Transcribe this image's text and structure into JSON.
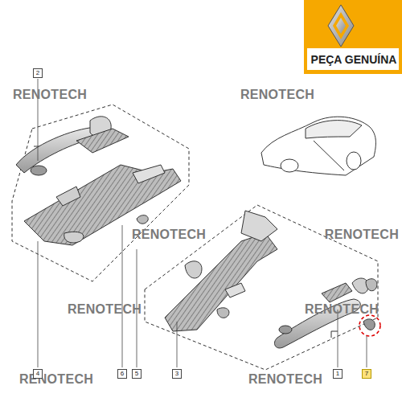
{
  "diagram": {
    "labels": [
      "PEÇA GENUÍNA",
      "2",
      "RENOTECH",
      "RENOTECH",
      "RENOTECH",
      "RENOTECH",
      "RENOTECH",
      "RENOTECH",
      "RENOTECH",
      "RENOTECH",
      "4",
      "6",
      "5",
      "3",
      "1",
      "7"
    ]
  }
}
